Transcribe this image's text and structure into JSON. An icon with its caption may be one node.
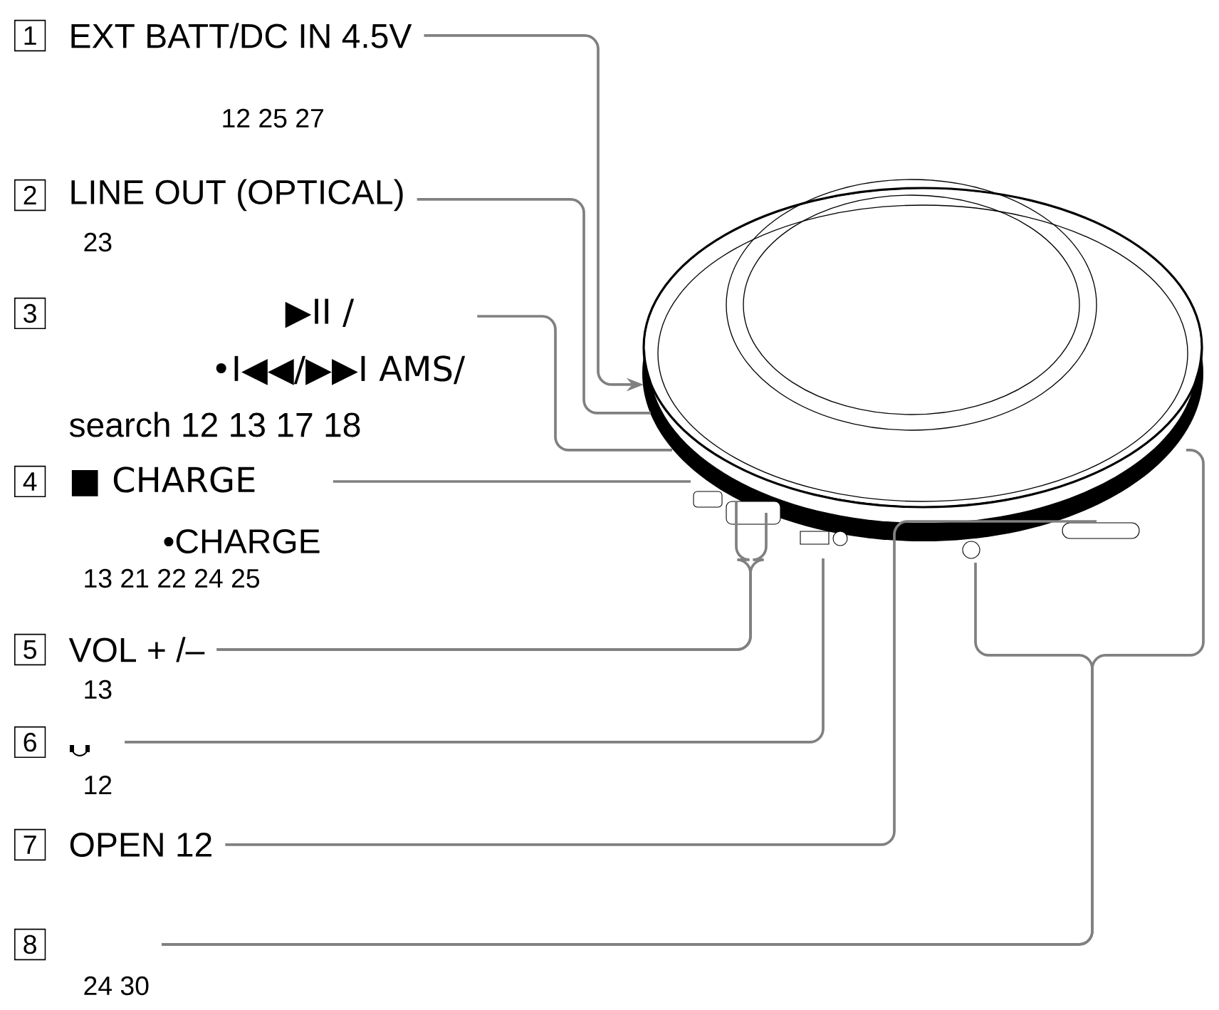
{
  "diagram": {
    "nodes": [
      {
        "text": [
          "1",
          "EXT BATT/DC IN 4.5V",
          "12 25 27"
        ]
      },
      {
        "text": [
          "2",
          "LINE OUT (OPTICAL)",
          "23"
        ]
      },
      {
        "text": [
          "3",
          "▶II /",
          "•I◀◀/▶▶I AMS/",
          "search 12 13 17 18"
        ]
      },
      {
        "text": [
          "4",
          "■ CHARGE",
          "•CHARGE",
          "13 21 22 24 25"
        ]
      },
      {
        "text": [
          "5",
          "VOL + /–",
          "13"
        ]
      },
      {
        "text": [
          "6",
          "12"
        ]
      },
      {
        "text": [
          "7",
          "OPEN 12"
        ]
      },
      {
        "text": [
          "8",
          "24 30"
        ]
      }
    ],
    "edges": [
      {
        "from": 0,
        "to": null,
        "arrow": "to"
      },
      {
        "from": 1,
        "to": null,
        "arrow": "none"
      },
      {
        "from": 2,
        "to": null,
        "arrow": "none"
      },
      {
        "from": 3,
        "to": null,
        "arrow": "none"
      },
      {
        "from": 4,
        "to": null,
        "arrow": "none"
      },
      {
        "from": 4,
        "to": null,
        "arrow": "none"
      },
      {
        "from": 5,
        "to": null,
        "arrow": "none"
      },
      {
        "from": 6,
        "to": null,
        "arrow": "none"
      },
      {
        "from": 7,
        "to": null,
        "arrow": "none"
      },
      {
        "from": 7,
        "to": null,
        "arrow": "none"
      }
    ]
  }
}
